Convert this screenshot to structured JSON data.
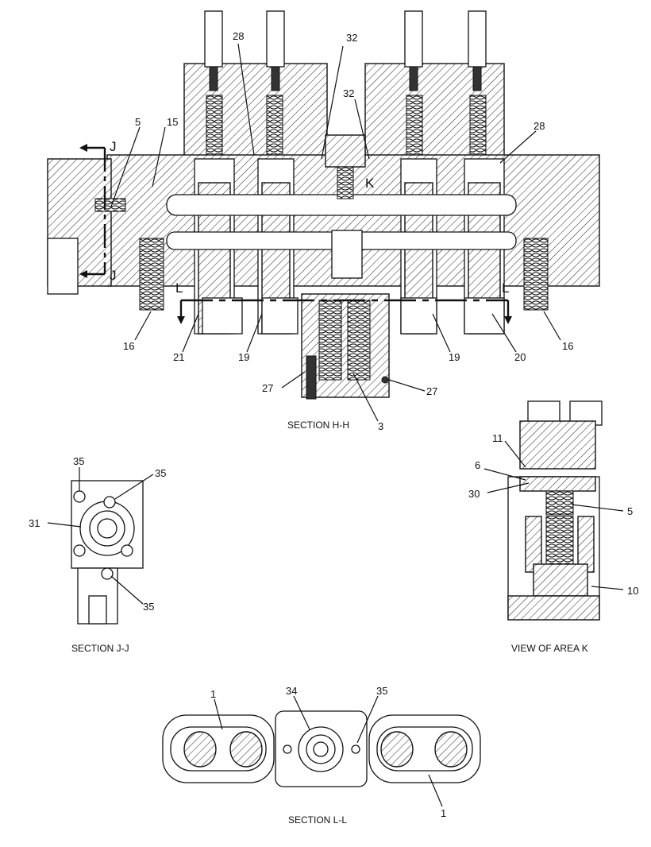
{
  "captions": {
    "section_hh": "SECTION H-H",
    "section_jj": "SECTION J-J",
    "view_area_k": "VIEW OF AREA K",
    "section_ll": "SECTION L-L"
  },
  "section_marks": {
    "j_top": "J",
    "j_bottom": "J",
    "k": "K",
    "l_left": "L",
    "l_right": "L"
  },
  "callouts_hh": [
    "5",
    "15",
    "28",
    "32",
    "32",
    "28",
    "16",
    "21",
    "19",
    "27",
    "3",
    "27",
    "19",
    "20",
    "16"
  ],
  "callouts_jj": [
    "35",
    "35",
    "31",
    "35"
  ],
  "callouts_k": [
    "11",
    "6",
    "30",
    "5",
    "10"
  ],
  "callouts_ll": [
    "1",
    "34",
    "35",
    "1"
  ]
}
